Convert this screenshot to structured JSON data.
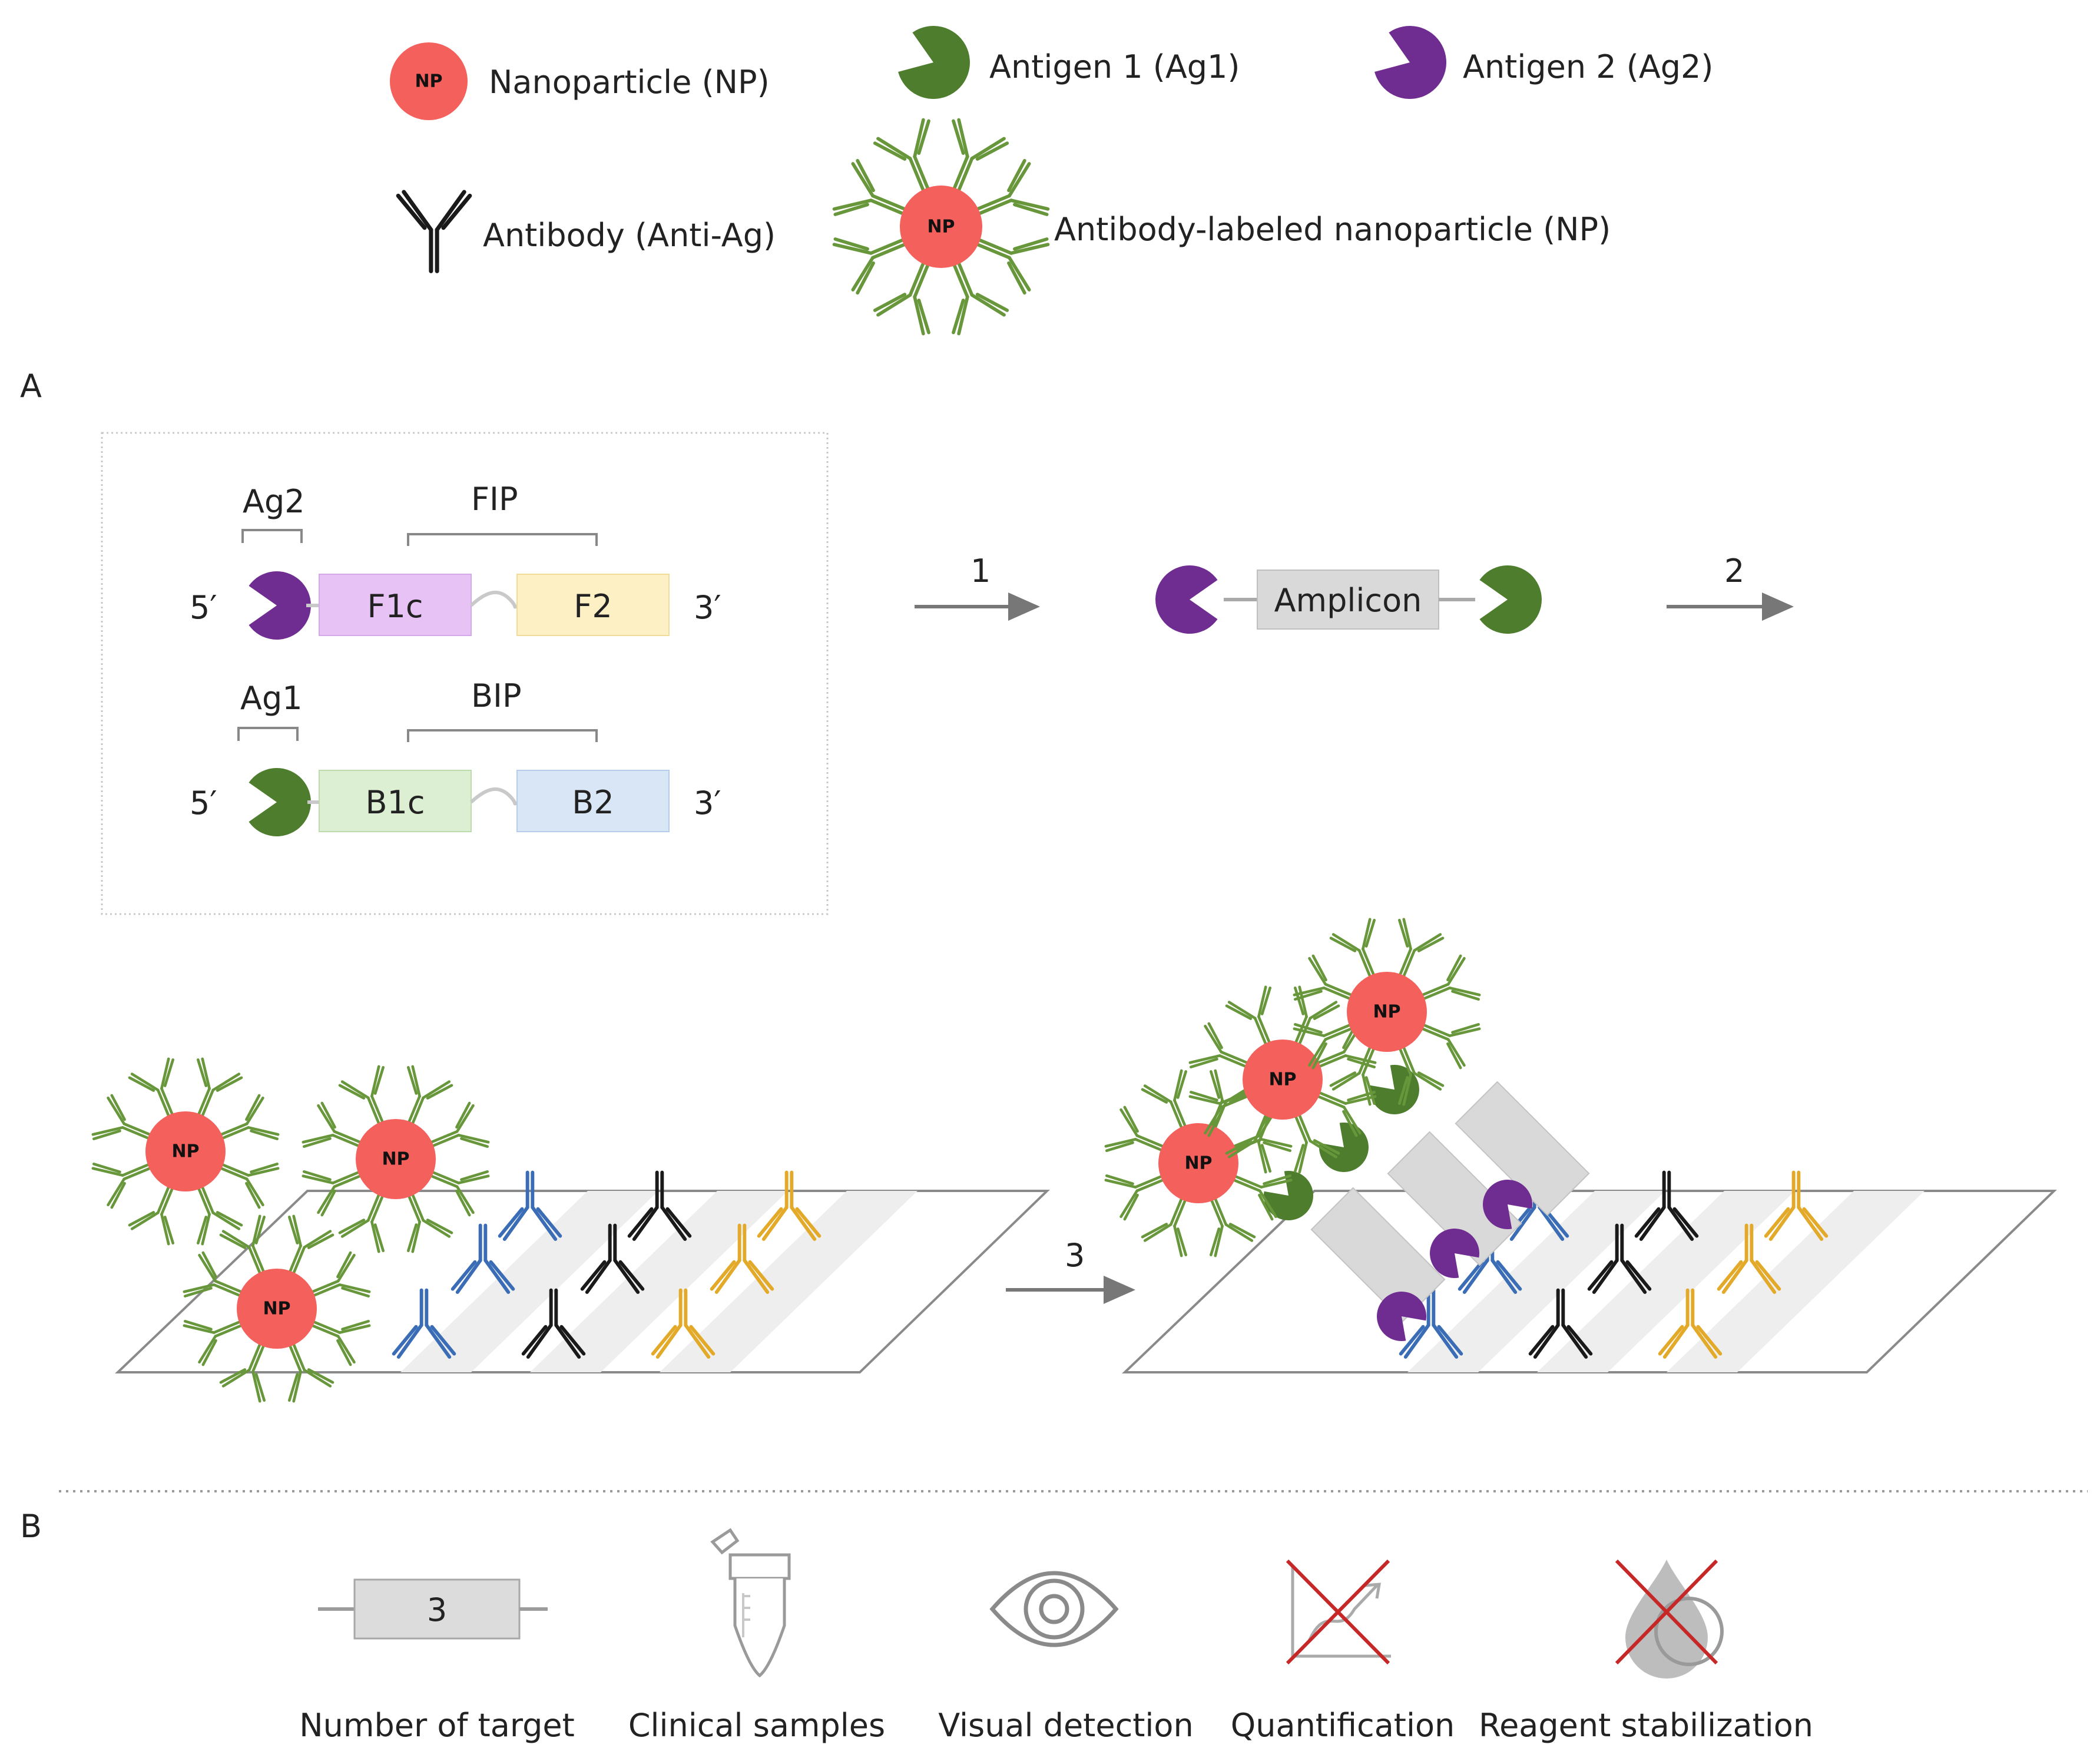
{
  "legend": {
    "nanoparticle": "Nanoparticle (NP)",
    "np_short": "NP",
    "antigen1": "Antigen 1 (Ag1)",
    "antigen2": "Antigen 2 (Ag2)",
    "antibody": "Antibody (Anti-Ag)",
    "ab_np": "Antibody-labeled nanoparticle (NP)"
  },
  "panel_a": {
    "label": "A",
    "fip": {
      "tag_label": "Ag2",
      "bracket_label": "FIP",
      "five_prime": "5′",
      "three_prime": "3′",
      "seg1": "F1c",
      "seg2": "F2"
    },
    "bip": {
      "tag_label": "Ag1",
      "bracket_label": "BIP",
      "five_prime": "5′",
      "three_prime": "3′",
      "seg1": "B1c",
      "seg2": "B2"
    },
    "step1": "1",
    "amplicon": "Amplicon",
    "step2": "2",
    "step3": "3"
  },
  "panel_b": {
    "label": "B",
    "target_count": "3",
    "items": [
      "Number of target",
      "Clinical samples",
      "Visual detection",
      "Quantification",
      "Reagent stabilization"
    ]
  },
  "colors": {
    "np": "#f4605b",
    "antigen1": "#4e7d2e",
    "antigen2": "#6f2c91",
    "ab_green": "#67973a",
    "ab_blue": "#3a6db5",
    "ab_black": "#1a1a1a",
    "ab_yellow": "#e3aa2a",
    "f1c": "#e7c3f5",
    "f2": "#fdf0c5",
    "b1c": "#dcefd2",
    "b2": "#d8e6f6",
    "amplicon": "#d9d9d9",
    "cross": "#c62828"
  }
}
